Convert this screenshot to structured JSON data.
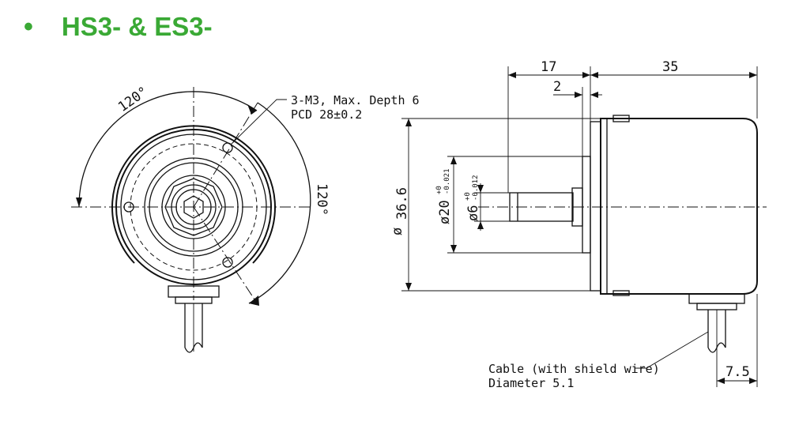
{
  "heading": {
    "bullet": "•",
    "title": "HS3- & ES3-",
    "color": "#3aa935"
  },
  "front_view": {
    "angle_top": "120°",
    "angle_right": "120°",
    "mount_note_line1": "3-M3, Max. Depth 6",
    "mount_note_line2": "PCD 28±0.2"
  },
  "side_view": {
    "dim_17": "17",
    "dim_35": "35",
    "dim_2": "2",
    "dim_36_6": "36.6",
    "dim_dia_symbol": "ø",
    "dim_20": "ø20",
    "dim_20_tol_upper": "+0",
    "dim_20_tol_lower": "-0.021",
    "dim_6": "ø6",
    "dim_6_tol_upper": "+0",
    "dim_6_tol_lower": "-0.012",
    "dim_7_5": "7.5",
    "cable_note_line1": "Cable (with shield wire)",
    "cable_note_line2": "Diameter 5.1"
  }
}
